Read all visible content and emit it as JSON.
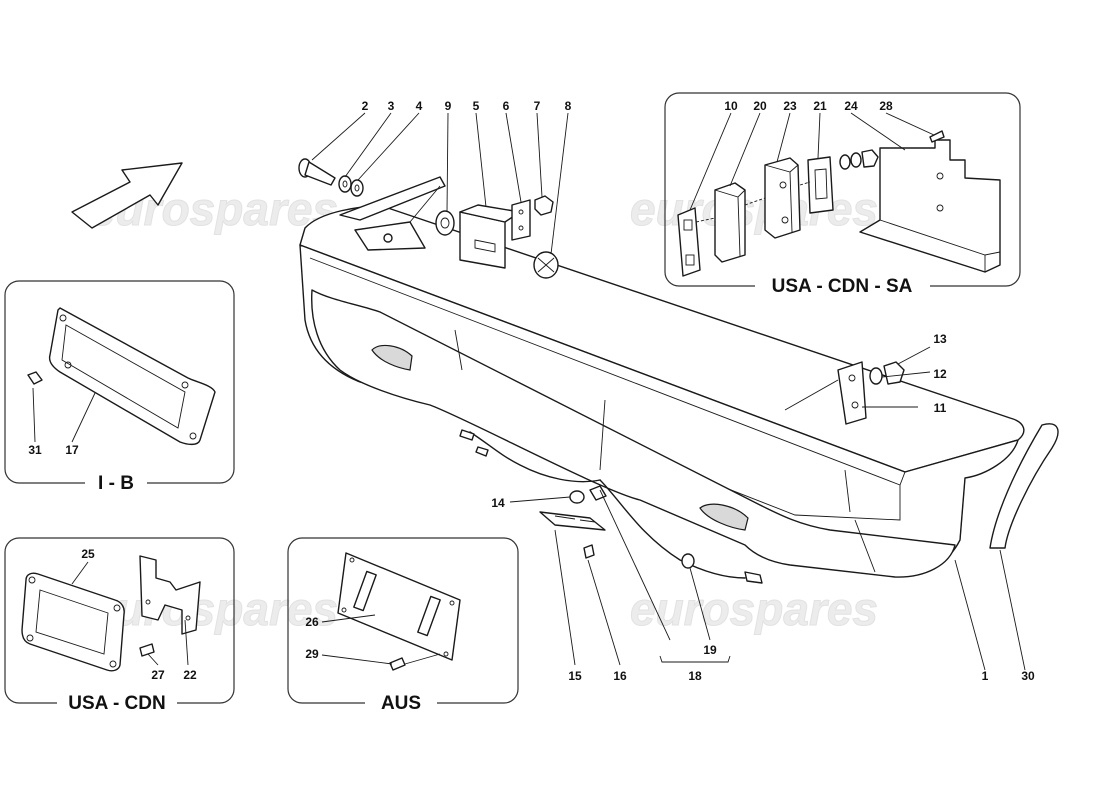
{
  "watermark": "eurospares",
  "insets": {
    "usa_cdn_sa": "USA - CDN - SA",
    "i_b": "I - B",
    "usa_cdn": "USA - CDN",
    "aus": "AUS"
  },
  "callouts": {
    "c1": "1",
    "c2": "2",
    "c3": "3",
    "c4": "4",
    "c5": "5",
    "c6": "6",
    "c7": "7",
    "c8": "8",
    "c9": "9",
    "c10": "10",
    "c11": "11",
    "c12": "12",
    "c13": "13",
    "c14": "14",
    "c15": "15",
    "c16": "16",
    "c17": "17",
    "c18": "18",
    "c19": "19",
    "c20": "20",
    "c21": "21",
    "c22": "22",
    "c23": "23",
    "c24": "24",
    "c25": "25",
    "c26": "26",
    "c27": "27",
    "c28": "28",
    "c29": "29",
    "c30": "30",
    "c31": "31"
  }
}
